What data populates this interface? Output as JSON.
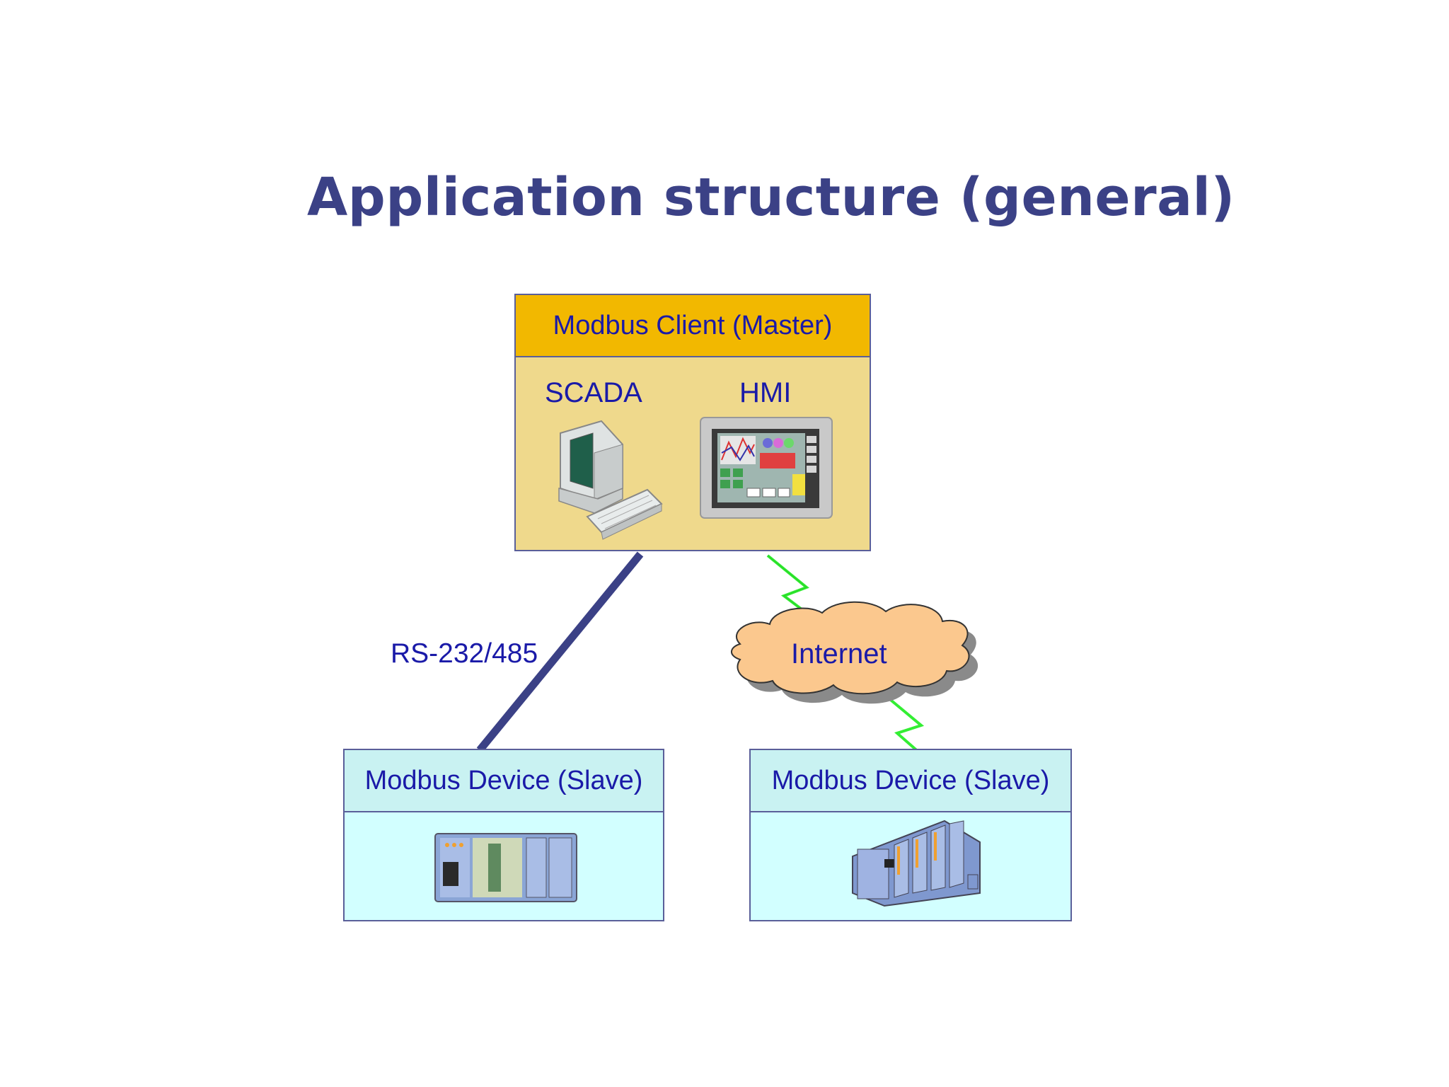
{
  "title": "Application structure (general)",
  "client": {
    "header": "Modbus Client (Master)",
    "scada_label": "SCADA",
    "hmi_label": "HMI"
  },
  "links": {
    "serial_label": "RS-232/485",
    "internet_label": "Internet"
  },
  "devices": [
    {
      "header": "Modbus Device (Slave)"
    },
    {
      "header": "Modbus Device (Slave)"
    }
  ],
  "colors": {
    "title": "#3B4186",
    "label_text": "#1a1aa8",
    "client_header": "#F2B800",
    "client_body": "#EFD98C",
    "device_header": "#C9F2F2",
    "device_body": "#D2FFFF",
    "serial_line": "#3B4186",
    "wireless_bolt": "#33EE33",
    "cloud": "#FBC88E"
  }
}
